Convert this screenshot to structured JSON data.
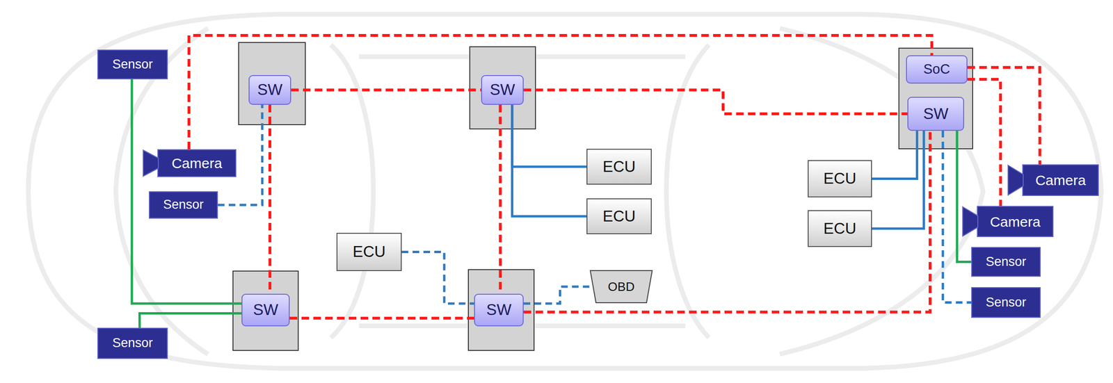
{
  "diagram": {
    "nodes": [
      {
        "text": [
          "Sensor"
        ]
      },
      {
        "text": [
          "SW"
        ]
      },
      {
        "text": [
          "SW"
        ]
      },
      {
        "text": [
          "SoC"
        ]
      },
      {
        "text": [
          "SW"
        ]
      },
      {
        "text": [
          "Camera"
        ]
      },
      {
        "text": [
          "Sensor"
        ]
      },
      {
        "text": [
          "ECU"
        ]
      },
      {
        "text": [
          "ECU"
        ]
      },
      {
        "text": [
          "ECU"
        ]
      },
      {
        "text": [
          "ECU"
        ]
      },
      {
        "text": [
          "Camera"
        ]
      },
      {
        "text": [
          "Camera"
        ]
      },
      {
        "text": [
          "Sensor"
        ]
      },
      {
        "text": [
          "Sensor"
        ]
      },
      {
        "text": [
          "ECU"
        ]
      },
      {
        "text": [
          "OBD"
        ]
      },
      {
        "text": [
          "SW"
        ]
      },
      {
        "text": [
          "SW"
        ]
      },
      {
        "text": [
          "Sensor"
        ]
      }
    ],
    "edges": [
      {
        "from": 5,
        "to": 3,
        "arrow": "none"
      },
      {
        "from": 1,
        "to": 2,
        "arrow": "none"
      },
      {
        "from": 2,
        "to": 4,
        "arrow": "none"
      },
      {
        "from": 1,
        "to": 17,
        "arrow": "none"
      },
      {
        "from": 2,
        "to": 18,
        "arrow": "none"
      },
      {
        "from": 17,
        "to": 18,
        "arrow": "none"
      },
      {
        "from": 18,
        "to": 4,
        "arrow": "none"
      },
      {
        "from": 3,
        "to": 11,
        "arrow": "none"
      },
      {
        "from": 3,
        "to": 12,
        "arrow": "none"
      },
      {
        "from": 6,
        "to": 1,
        "arrow": "none"
      },
      {
        "from": 2,
        "to": 7,
        "arrow": "none"
      },
      {
        "from": 2,
        "to": 8,
        "arrow": "none"
      },
      {
        "from": 15,
        "to": 18,
        "arrow": "none"
      },
      {
        "from": 18,
        "to": 16,
        "arrow": "none"
      },
      {
        "from": 4,
        "to": 9,
        "arrow": "none"
      },
      {
        "from": 4,
        "to": 10,
        "arrow": "none"
      },
      {
        "from": 4,
        "to": 14,
        "arrow": "none"
      },
      {
        "from": 4,
        "to": 13,
        "arrow": "none"
      },
      {
        "from": 0,
        "to": 17,
        "arrow": "none"
      },
      {
        "from": 19,
        "to": 17,
        "arrow": "none"
      }
    ]
  }
}
